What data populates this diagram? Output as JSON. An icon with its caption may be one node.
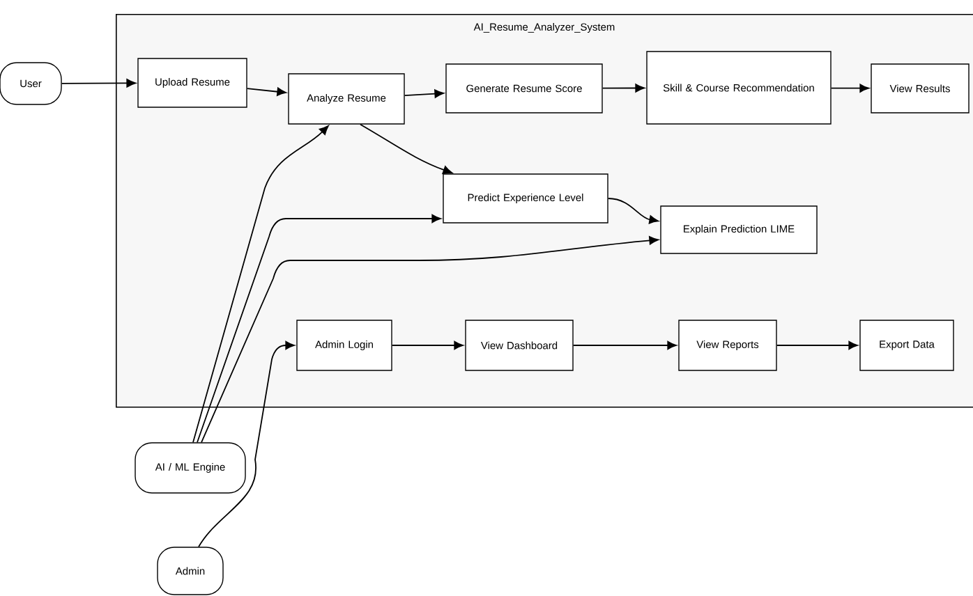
{
  "diagram": {
    "nodes": [
      {
        "text": [
          "AI_Resume_Analyzer_System"
        ]
      },
      {
        "text": [
          "User"
        ]
      },
      {
        "text": [
          "Upload Resume"
        ],
        "in": 0
      },
      {
        "text": [
          "Analyze Resume"
        ],
        "in": 0
      },
      {
        "text": [
          "Generate Resume Score"
        ],
        "in": 0
      },
      {
        "text": [
          "Skill & Course Recommendation"
        ],
        "in": 0
      },
      {
        "text": [
          "View Results"
        ],
        "in": 0
      },
      {
        "text": [
          "Predict Experience Level"
        ],
        "in": 0
      },
      {
        "text": [
          "Explain Prediction LIME"
        ],
        "in": 0
      },
      {
        "text": [
          "Admin Login"
        ],
        "in": 0
      },
      {
        "text": [
          "View Dashboard"
        ],
        "in": 0
      },
      {
        "text": [
          "View Reports"
        ],
        "in": 0
      },
      {
        "text": [
          "Export Data"
        ],
        "in": 0
      },
      {
        "text": [
          "AI / ML Engine"
        ]
      },
      {
        "text": [
          "Admin"
        ]
      }
    ],
    "edges": [
      {
        "from": 1,
        "to": 2,
        "arrow": "to"
      },
      {
        "from": 2,
        "to": 3,
        "arrow": "to"
      },
      {
        "from": 3,
        "to": 4,
        "arrow": "to"
      },
      {
        "from": 4,
        "to": 5,
        "arrow": "to"
      },
      {
        "from": 5,
        "to": 6,
        "arrow": "to"
      },
      {
        "from": 3,
        "to": 7,
        "arrow": "to"
      },
      {
        "from": 7,
        "to": 8,
        "arrow": "to"
      },
      {
        "from": 13,
        "to": 3,
        "arrow": "to"
      },
      {
        "from": 13,
        "to": 7,
        "arrow": "to"
      },
      {
        "from": 13,
        "to": 8,
        "arrow": "to"
      },
      {
        "from": 14,
        "to": 9,
        "arrow": "to"
      },
      {
        "from": 9,
        "to": 10,
        "arrow": "to"
      },
      {
        "from": 10,
        "to": 11,
        "arrow": "to"
      },
      {
        "from": 11,
        "to": 12,
        "arrow": "to"
      }
    ]
  }
}
